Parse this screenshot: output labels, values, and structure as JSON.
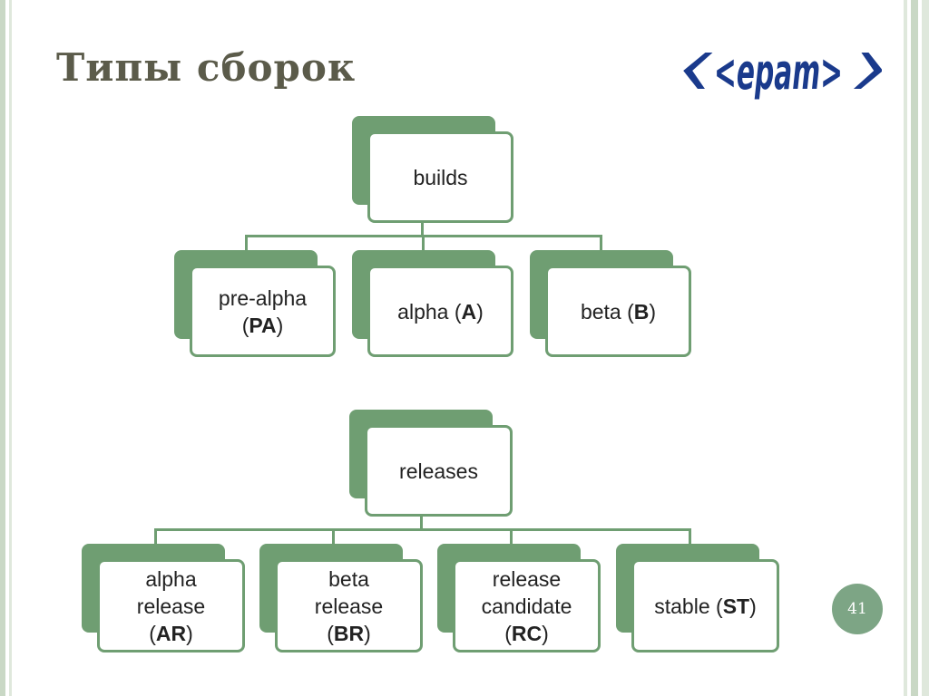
{
  "slide": {
    "title": "Типы сборок",
    "page_number": "41",
    "logo_text": "<epam>"
  },
  "builds": {
    "root": "builds",
    "children": [
      {
        "text": "pre-alpha",
        "abbr": "PA"
      },
      {
        "text": "alpha",
        "abbr": "A"
      },
      {
        "text": "beta",
        "abbr": "B"
      }
    ]
  },
  "releases": {
    "root": "releases",
    "children": [
      {
        "line1": "alpha",
        "line2": "release",
        "abbr": "AR"
      },
      {
        "line1": "beta",
        "line2": "release",
        "abbr": "BR"
      },
      {
        "line1": "release",
        "line2": "candidate",
        "abbr": "RC"
      },
      {
        "text": "stable",
        "abbr": "ST"
      }
    ]
  },
  "colors": {
    "node_border": "#6f9e72",
    "title": "#5b5b4a",
    "logo": "#1a3a8c"
  }
}
